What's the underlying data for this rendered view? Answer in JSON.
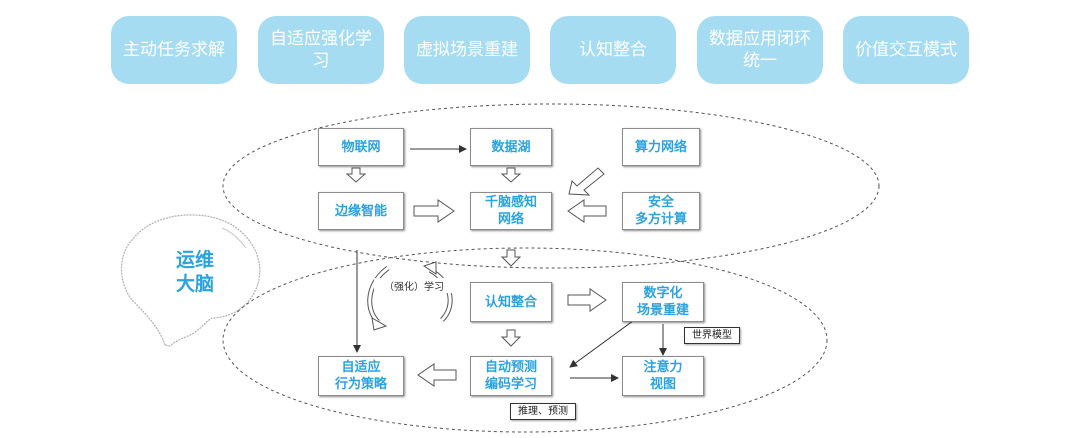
{
  "pills": [
    "主动任务求解",
    "自适应强化学习",
    "虚拟场景重建",
    "认知整合",
    "数据应用闭环统一",
    "价值交互模式"
  ],
  "brain_label": "运维\n大脑",
  "loop_label": "（强化）学习",
  "boxes": {
    "iot": "物联网",
    "data_lake": "数据湖",
    "compute_net": "算力网络",
    "edge_intel": "边缘智能",
    "perception_net": "千脑感知\n网络",
    "secure_mpc": "安全\n多方计算",
    "cognition": "认知整合",
    "digital_scene": "数字化\n场景重建",
    "adaptive_policy": "自适应\n行为策略",
    "predictive_coding": "自动预测\n编码学习",
    "attention_view": "注意力\n视图"
  },
  "tags": {
    "world_model": "世界模型",
    "reasoning": "推理、预测"
  },
  "colors": {
    "pill_bg": "#a6dcf2",
    "accent": "#2ba3de"
  }
}
